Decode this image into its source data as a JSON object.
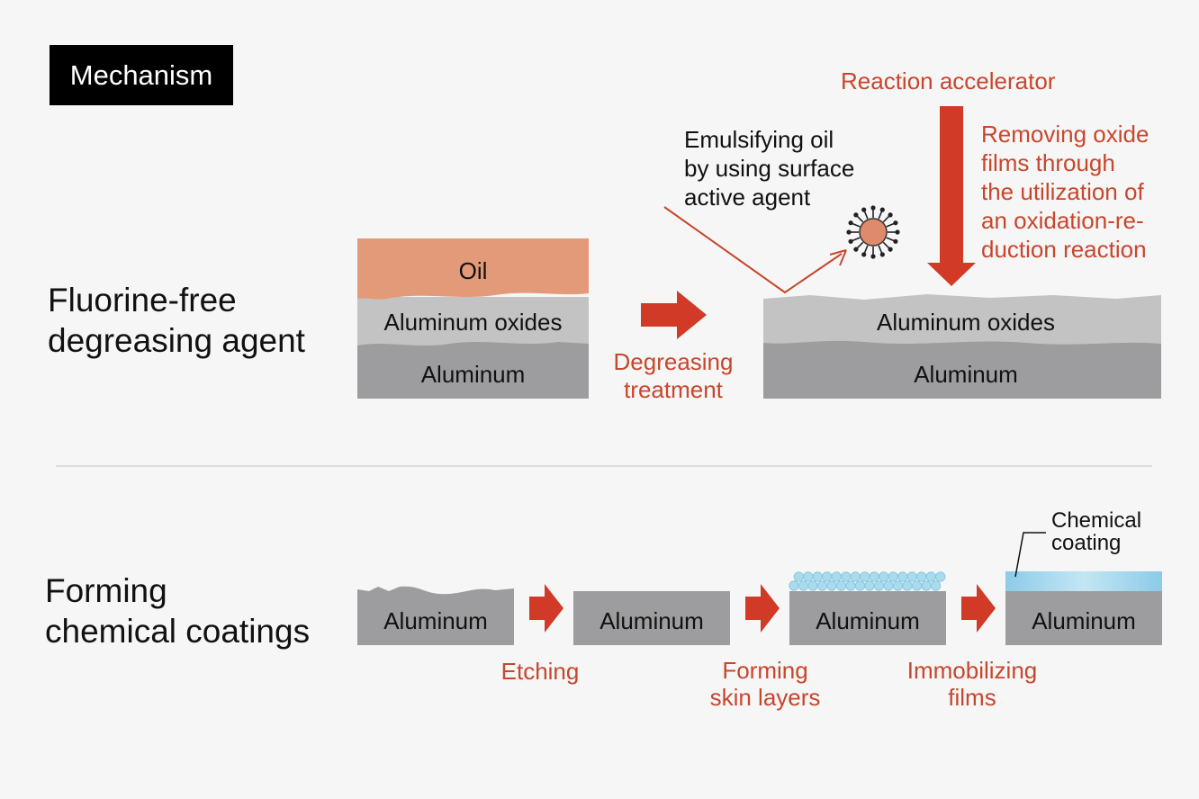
{
  "badge": {
    "label": "Mechanism"
  },
  "sections": {
    "degreasing": {
      "title_line1": "Fluorine-free",
      "title_line2": "degreasing agent",
      "before": {
        "oil": "Oil",
        "oxides": "Aluminum oxides",
        "aluminum": "Aluminum"
      },
      "process_label_line1": "Degreasing",
      "process_label_line2": "treatment",
      "after": {
        "oxides": "Aluminum oxides",
        "aluminum": "Aluminum"
      },
      "emulsify_line1": "Emulsifying oil",
      "emulsify_line2": "by using surface",
      "emulsify_line3": "active agent",
      "accelerator": "Reaction accelerator",
      "oxide_removal_line1": "Removing oxide",
      "oxide_removal_line2": "films through",
      "oxide_removal_line3": "the utilization of",
      "oxide_removal_line4": "an oxidation-re-",
      "oxide_removal_line5": "duction reaction"
    },
    "coatings": {
      "title_line1": "Forming",
      "title_line2": "chemical coatings",
      "blocks": [
        "Aluminum",
        "Aluminum",
        "Aluminum",
        "Aluminum"
      ],
      "step1": "Etching",
      "step2_line1": "Forming",
      "step2_line2": "skin layers",
      "step3_line1": "Immobilizing",
      "step3_line2": "films",
      "coating_label_line1": "Chemical",
      "coating_label_line2": "coating"
    }
  },
  "colors": {
    "oil": "#e39a78",
    "oxide": "#c4c3c4",
    "aluminum": "#9d9c9e",
    "accent_red": "#c8462c",
    "arrow_red": "#d03a27",
    "coating": "#9ed6ec",
    "bubble": "#a9dbee"
  }
}
